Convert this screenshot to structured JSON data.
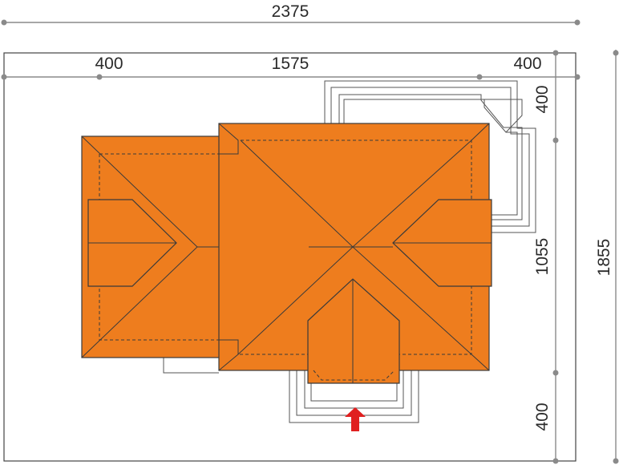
{
  "dimensions": {
    "total_width": "2375",
    "left_margin": "400",
    "house_width": "1575",
    "right_margin": "400",
    "top_margin": "400",
    "house_depth": "1055",
    "total_depth": "1855",
    "bottom_margin": "400"
  },
  "colors": {
    "roof": "#ee7d1e",
    "entrance_arrow": "#e02020",
    "dimension_line": "#8a8a8a"
  },
  "icons": {
    "entrance": "arrow-up-icon"
  }
}
